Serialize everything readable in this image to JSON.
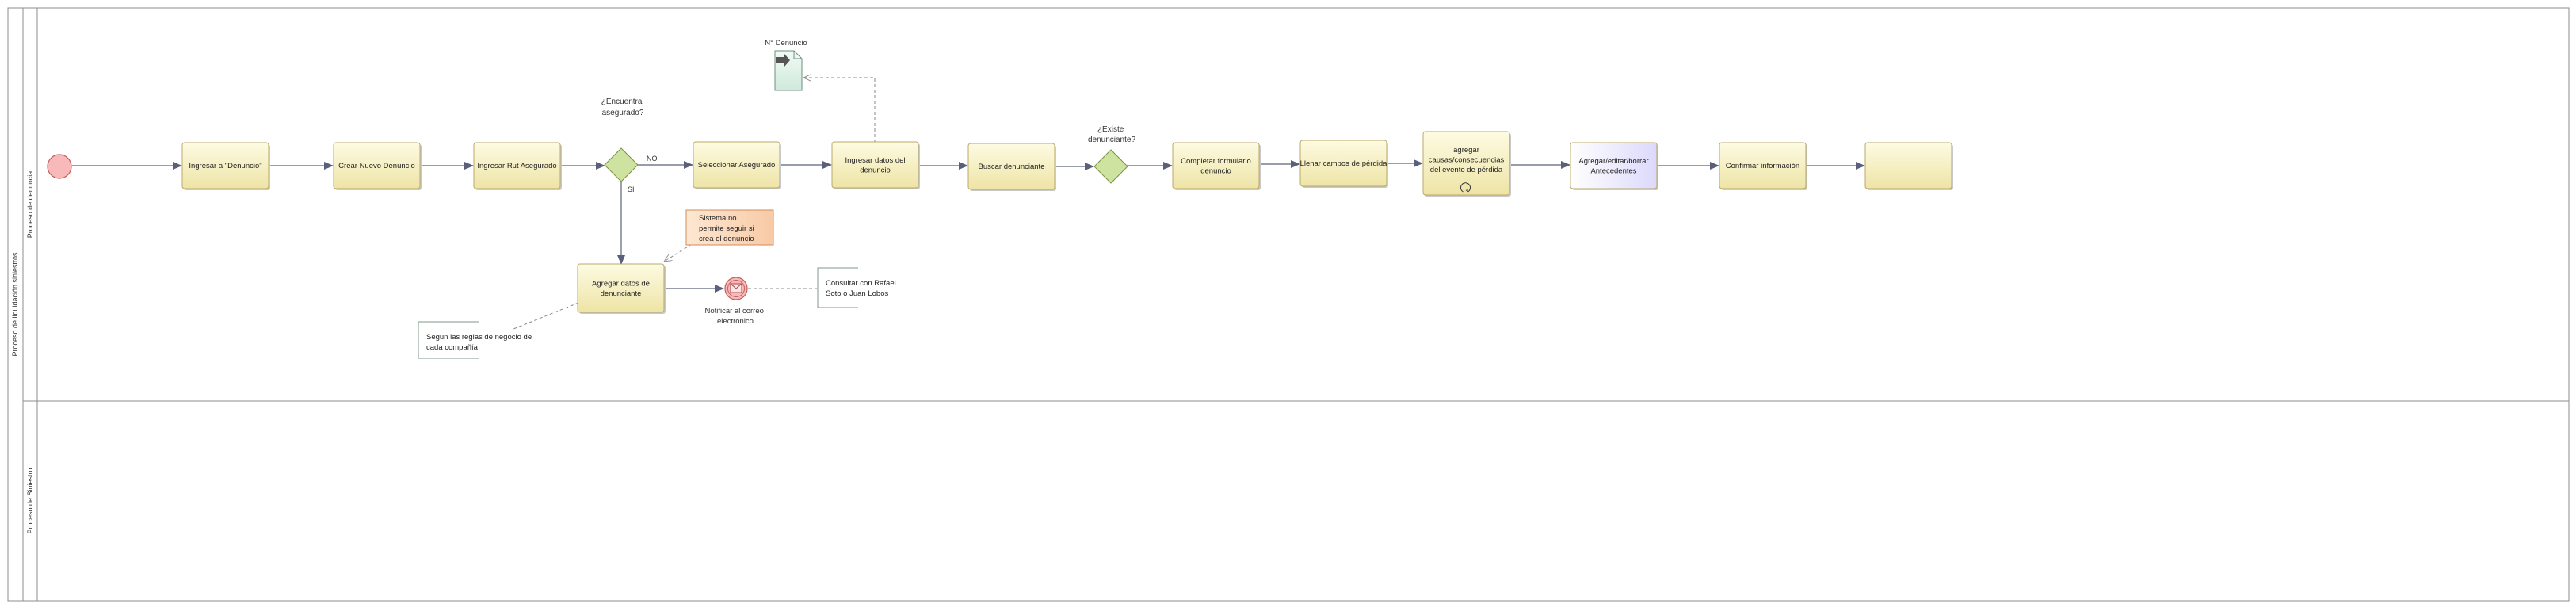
{
  "pool": {
    "name": "Proceso de liquidación siniestros",
    "lanes": [
      "Proceso de denuncia",
      "Proceso de Siniestro"
    ]
  },
  "tasks": [
    {
      "id": "t1",
      "lines": [
        "Ingresar a \"Denuncio\""
      ]
    },
    {
      "id": "t2",
      "lines": [
        "Crear Nuevo Denuncio"
      ]
    },
    {
      "id": "t3",
      "lines": [
        "Ingresar Rut Asegurado"
      ]
    },
    {
      "id": "t4",
      "lines": [
        "Seleccionar Asegurado"
      ]
    },
    {
      "id": "t5",
      "lines": [
        "Ingresar datos del",
        "denuncio"
      ]
    },
    {
      "id": "t6",
      "lines": [
        "Buscar denunciante"
      ]
    },
    {
      "id": "t7",
      "lines": [
        "Completar formulario",
        "denuncio"
      ]
    },
    {
      "id": "t8",
      "lines": [
        "Llenar campos de pérdida"
      ]
    },
    {
      "id": "t9",
      "lines": [
        "agregar",
        "causas/consecuencias",
        "del evento de pérdida"
      ]
    },
    {
      "id": "t10",
      "lines": [
        "Agregar/editar/borrar",
        "Antecedentes"
      ]
    },
    {
      "id": "t11",
      "lines": [
        "Confirmar información"
      ]
    },
    {
      "id": "t12",
      "lines": [
        ""
      ]
    },
    {
      "id": "t13",
      "lines": [
        "Agregar datos de",
        "denunciante"
      ]
    }
  ],
  "gateways": [
    {
      "id": "g1",
      "question": [
        "¿Encuentra",
        "asegurado?"
      ],
      "no_label": "NO",
      "yes_label": "SI"
    },
    {
      "id": "g2",
      "question": [
        "¿Existe",
        "denunciante?"
      ]
    }
  ],
  "data_object": {
    "label": "N° Denuncio"
  },
  "notes": [
    {
      "id": "n1",
      "lines": [
        "Sistema no",
        "permite seguir si",
        "crea el denuncio"
      ]
    },
    {
      "id": "n2",
      "lines": [
        "Consultar con Rafael",
        "Soto o Juan Lobos"
      ]
    },
    {
      "id": "n3",
      "lines": [
        "Segun las reglas de negocio de",
        "cada compañía"
      ]
    }
  ],
  "message_event": {
    "lines": [
      "Notificar al correo",
      "electrónico"
    ]
  },
  "colors": {
    "task_top": "#fdfbe0",
    "task_bottom": "#efe6a8",
    "gateway": "#cfe3a0",
    "start_event": "#f7b9b9",
    "note_warning": "#fbd9be",
    "agregar_task": "#e6e4fb",
    "arrow": "#5a6079"
  }
}
